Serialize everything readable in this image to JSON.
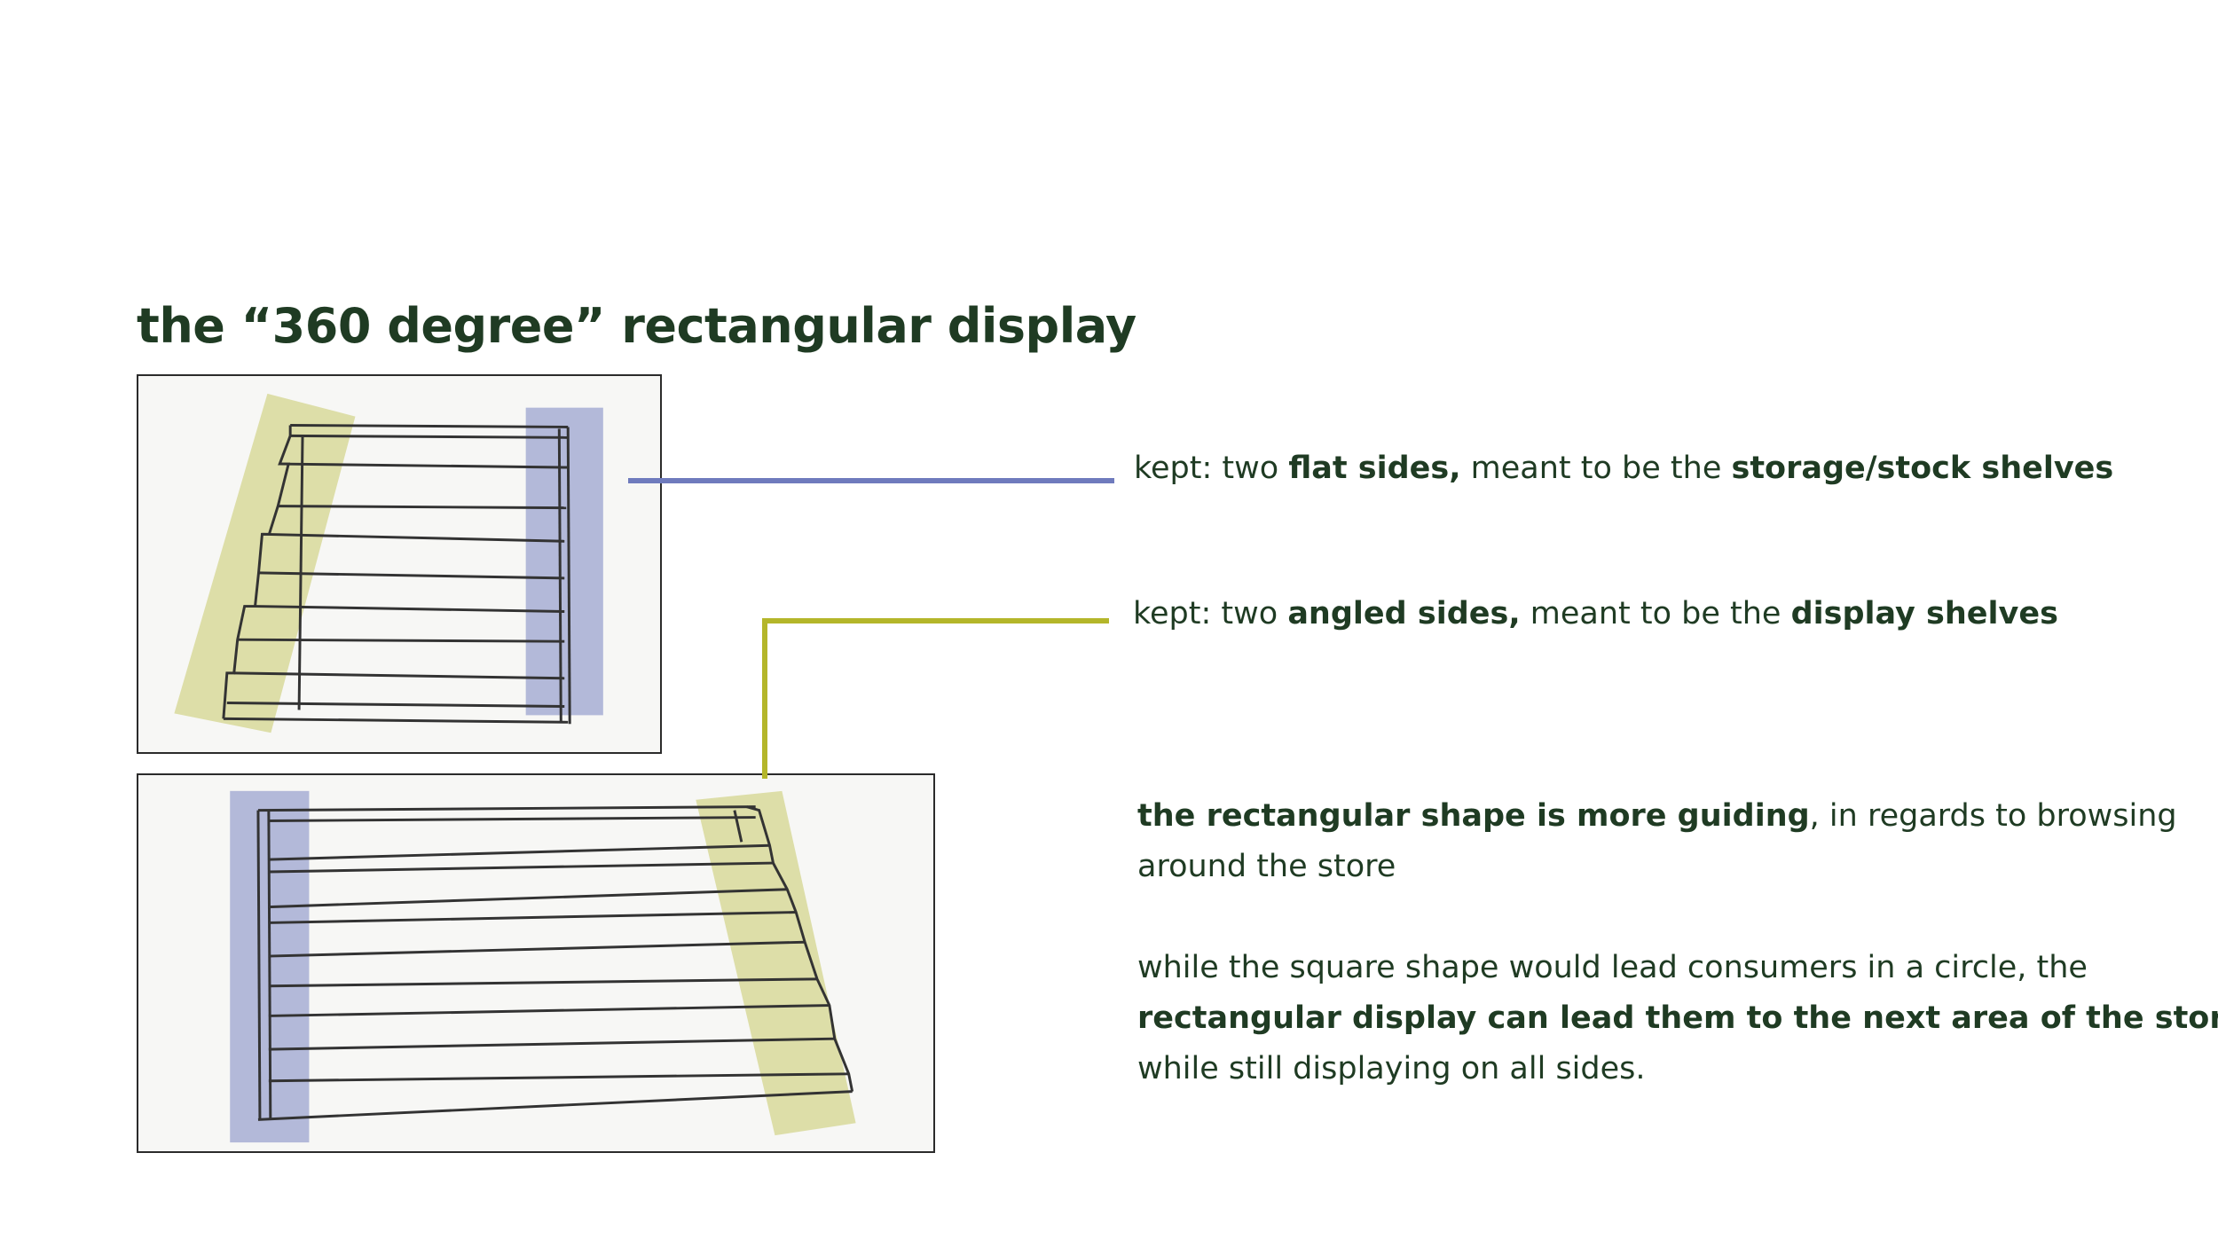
{
  "title": "the “360 degree” rectangular display",
  "colors": {
    "text": "#1f3b23",
    "flat_highlight": "#6f7bbd",
    "angled_highlight": "#b4b62a"
  },
  "notes": {
    "flat": {
      "prefix": "kept: two ",
      "bold1": "flat sides,",
      "middle": " meant to be the ",
      "bold2": "storage/stock shelves"
    },
    "angled": {
      "prefix": "kept: two ",
      "bold1": "angled sides,",
      "middle": " meant to be the ",
      "bold2": "display shelves"
    }
  },
  "paragraph1": {
    "bold": "the rectangular shape is more guiding",
    "rest_line1": ", in regards to browsing",
    "line2": "around the store"
  },
  "paragraph2": {
    "line1": "while the square shape would lead consumers in a circle, the",
    "line2_bold": "rectangular display can lead them to the next area of the store",
    "line3": "while still displaying on all sides."
  }
}
